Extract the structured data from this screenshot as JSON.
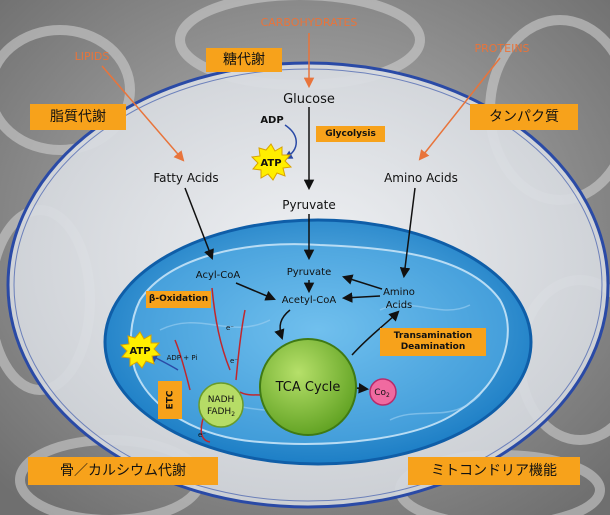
{
  "sources": {
    "lipids": "LIPIDS",
    "carbohydrates": "CARBOHYDRATES",
    "proteins": "PROTEINS"
  },
  "labels_jp": {
    "sugar_metabolism": "糖代謝",
    "lipid_metabolism": "脂質代謝",
    "protein": "タンパク質",
    "bone_calcium": "骨／カルシウム代謝",
    "mitochondria": "ミトコンドリア機能"
  },
  "molecules": {
    "glucose": "Glucose",
    "fatty_acids": "Fatty Acids",
    "amino_acids": "Amino Acids",
    "pyruvate": "Pyruvate",
    "acyl_coa": "Acyl-CoA",
    "pyruvate_inner": "Pyruvate",
    "acetyl_coa": "Acetyl-CoA",
    "amino_inner_1": "Amino",
    "amino_inner_2": "Acids",
    "adp": "ADP",
    "atp_top": "ATP",
    "atp_left": "ATP",
    "adp_pi": "ADP + Pi",
    "nadh": "NADH",
    "fadh": "FADH",
    "fadh_sub": "2",
    "tca": "TCA Cycle",
    "co2": "Co",
    "co2_sub": "2",
    "electron": "e⁻"
  },
  "processes": {
    "glycolysis": "Glycolysis",
    "beta_oxidation": "β-Oxidation",
    "transamination": "Transamination",
    "deamination": "Deamination",
    "etc": "ETC"
  },
  "colors": {
    "orange": "#f7a21b",
    "source_text": "#e8743b",
    "cell_border": "#2a4aa6",
    "mito_fill": "#1c8fd6",
    "tca_fill": "#8cc63f",
    "co2_fill": "#f06aa0",
    "atp_fill": "#ffee00",
    "red_path": "#c0272d"
  }
}
